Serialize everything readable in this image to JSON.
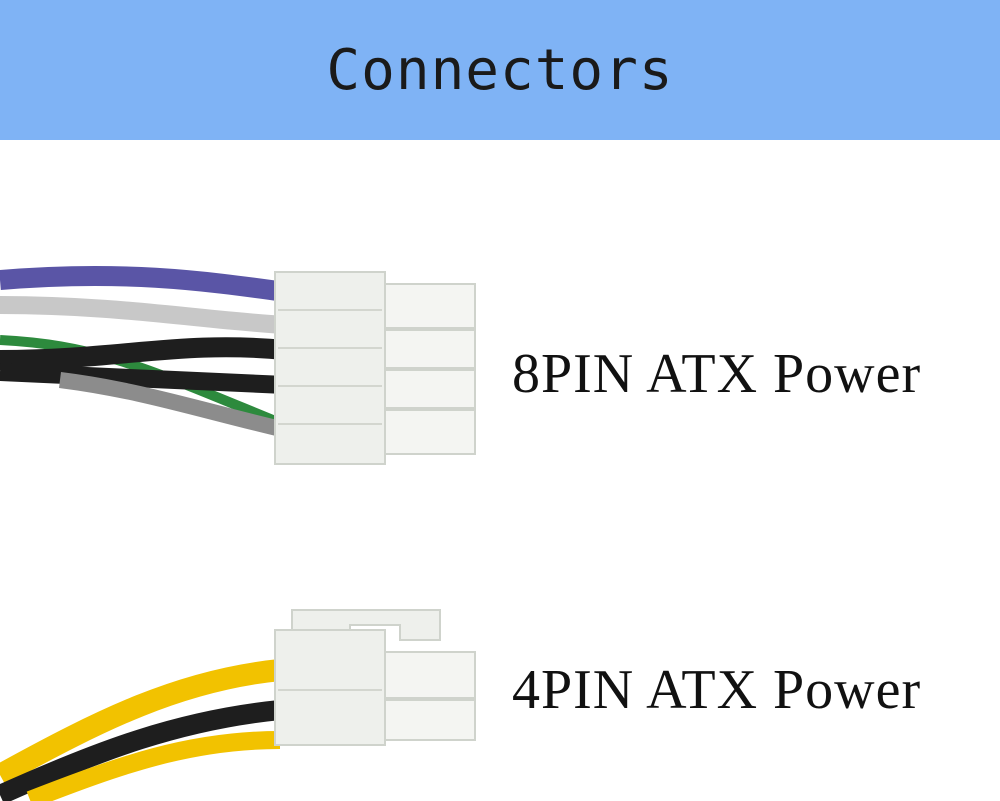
{
  "header": {
    "title": "Connectors",
    "background": "#7fb3f5"
  },
  "connectors": [
    {
      "label": "8PIN ATX Power",
      "icon": "8pin-connector-photo",
      "wire_colors": [
        "#5a55a6",
        "#c8c8c8",
        "#2d8a3d",
        "#1e1e1e",
        "#8c8c8c"
      ]
    },
    {
      "label": "4PIN ATX Power",
      "icon": "4pin-connector-photo",
      "wire_colors": [
        "#f2c200",
        "#1e1e1e"
      ]
    }
  ]
}
